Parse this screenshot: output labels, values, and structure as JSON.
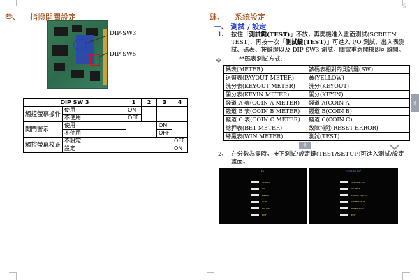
{
  "page_number": "5",
  "left": {
    "section_number": "叁、",
    "section_title": "指撥開關設定",
    "callouts": [
      "DIP-SW3",
      "DIP-SW5"
    ],
    "dip_table": {
      "header": [
        "DIP SW 3",
        "1",
        "2",
        "3",
        "4"
      ],
      "groups": [
        {
          "label": "觸控螢幕操作",
          "rows": [
            {
              "option": "使用",
              "values": [
                "ON",
                "",
                "",
                ""
              ]
            },
            {
              "option": "不使用",
              "values": [
                "OFF",
                "",
                "",
                ""
              ]
            }
          ]
        },
        {
          "label": "開門警示",
          "rows": [
            {
              "option": "使用",
              "values": [
                "",
                "",
                "ON",
                ""
              ]
            },
            {
              "option": "不使用",
              "values": [
                "",
                "",
                "OFF",
                ""
              ]
            }
          ]
        },
        {
          "label": "觸控螢幕校正",
          "rows": [
            {
              "option": "不設定",
              "values": [
                "",
                "",
                "",
                "OFF"
              ]
            },
            {
              "option": "設定",
              "values": [
                "",
                "",
                "",
                "ON"
              ]
            }
          ]
        }
      ]
    }
  },
  "right": {
    "section_number": "肆、",
    "section_title": "系統設定",
    "subsection": "一、 測試 / 設定",
    "item1_number": "1、",
    "item1_lines": [
      [
        "按住「",
        "測試鍵(TEST)",
        "」不放，再開機進入畫面測試(SCREEN"
      ],
      [
        "TEST)，再按一次「",
        "測試鍵(TEST)",
        "」可進入 I/O 測試、出入表測"
      ],
      [
        "試、碼表、按鍵燈以及 DIP SW3 測試，關電重新開機即可離開。",
        "",
        ""
      ]
    ],
    "table_caption": "**碼表測試方式:",
    "key_table": [
      [
        "碼表(METER)",
        "該碼表相對的測試鍵(SW)"
      ],
      [
        "退幣表(PAYOUT METER)",
        "黃(YELLOW)"
      ],
      [
        "洗分表(KEYOUT METER)",
        "洗分(KEYOUT)"
      ],
      [
        "開分表(KEYIN METER)",
        "開分(KEYIN)"
      ],
      [
        "錢道 A 表(COIN A METER)",
        "錢道 A(COIN A)"
      ],
      [
        "錢道 B 表(COIN B METER)",
        "錢道 B(COIN B)"
      ],
      [
        "錢道 C 表(COIN C METER)",
        "錢道 C(COIN C)"
      ],
      [
        "總押表(BET METER)",
        "故障排除(RESET ERROR)"
      ],
      [
        "總贏表(WIN METER)",
        "測試(TEST)"
      ]
    ],
    "item2_number": "2、",
    "item2_lines": [
      "在分數為零時，按下測試/設定鍵(TEST/SETUP)可進入測試/設定",
      "畫面。"
    ],
    "screens": [
      {
        "title": "TEST",
        "labels": [
          "SCREEN",
          "I/O",
          "METER",
          "LAMP",
          "DIP SW",
          "EXIT"
        ]
      },
      {
        "title": "TEST/SETUP",
        "labels": [
          "SCREEN TEST",
          "I/O TEST",
          "SOUND ADJUST",
          "GAME SETUP",
          "RESET DATA",
          "EXIT"
        ]
      }
    ],
    "handle_plus": "+"
  }
}
